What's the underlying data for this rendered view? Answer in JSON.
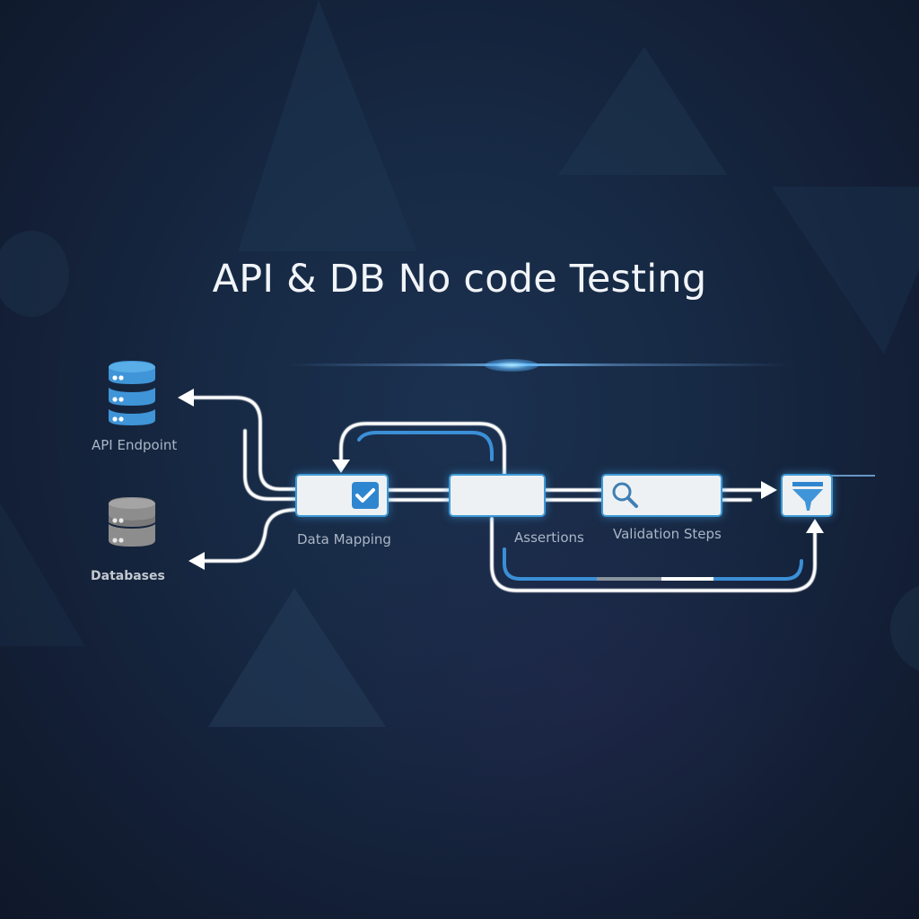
{
  "title": "API & DB No code Testing",
  "sources": [
    {
      "label": "API Endpoint",
      "icon": "database-stack-icon",
      "color": "#3f95d8"
    },
    {
      "label": "Databases",
      "icon": "database-stack-icon",
      "color": "#8d8d8d"
    }
  ],
  "steps": [
    {
      "label": "Data Mapping",
      "icon": "checkbox-checked-icon"
    },
    {
      "label": "Assertions",
      "icon": ""
    },
    {
      "label": "Validation Steps",
      "icon": "magnifier-icon"
    },
    {
      "label": "",
      "icon": "funnel-filter-icon"
    }
  ],
  "colors": {
    "accent": "#3d9ad6",
    "connector": "#ffffff",
    "background": "#152640",
    "title": "#f1f4f8"
  }
}
